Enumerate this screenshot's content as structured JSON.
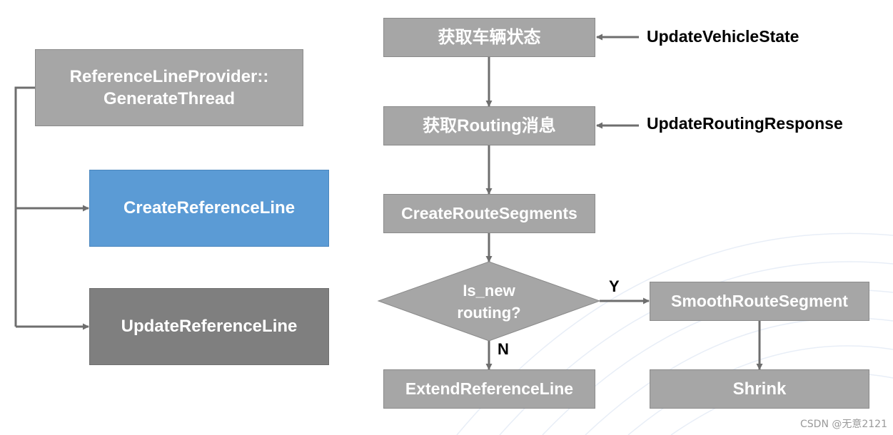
{
  "left": {
    "provider_line1": "ReferenceLineProvider::",
    "provider_line2": "GenerateThread",
    "create_reference_line": "CreateReferenceLine",
    "update_reference_line": "UpdateReferenceLine"
  },
  "flow": {
    "get_vehicle_state": "获取车辆状态",
    "get_routing_message": "获取Routing消息",
    "create_route_segments": "CreateRouteSegments",
    "decision_line1": "Is_new",
    "decision_line2": "routing?",
    "yes_label": "Y",
    "no_label": "N",
    "smooth_route_segment": "SmoothRouteSegment",
    "shrink": "Shrink",
    "extend_reference_line": "ExtendReferenceLine"
  },
  "inputs": {
    "update_vehicle_state": "UpdateVehicleState",
    "update_routing_response": "UpdateRoutingResponse"
  },
  "watermark": "CSDN @无意2121",
  "colors": {
    "gray_box": "#a6a6a6",
    "blue_box": "#5b9bd5",
    "dark_box": "#7f7f7f",
    "connector": "#6e6e6e"
  }
}
